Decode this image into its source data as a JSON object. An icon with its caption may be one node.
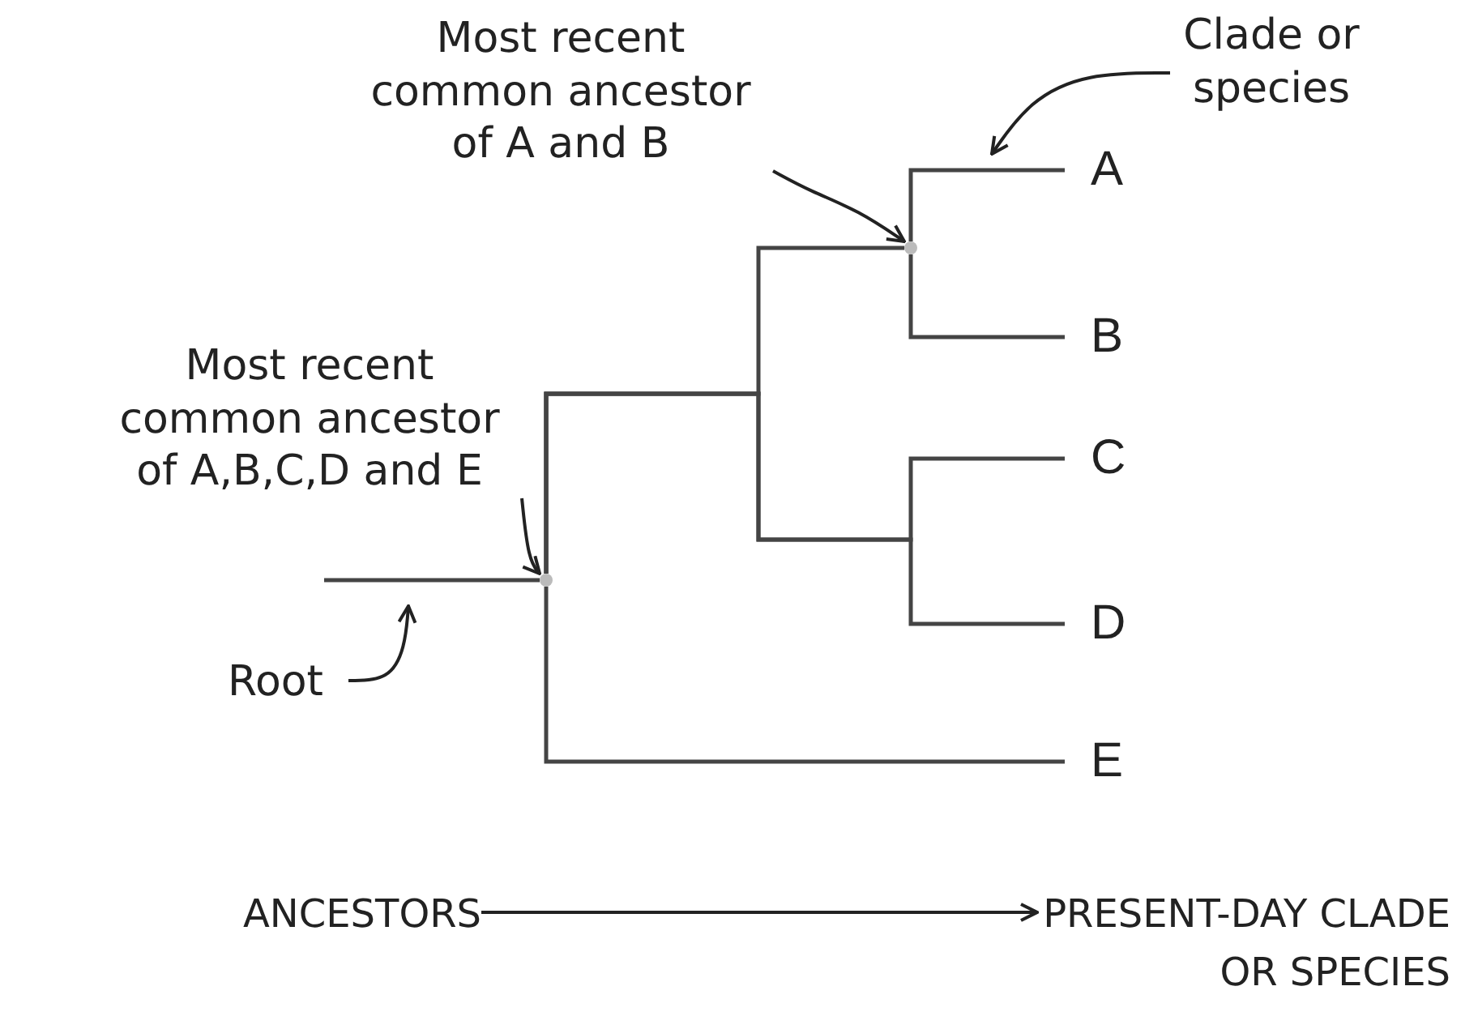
{
  "diagram": {
    "nodes": [
      {
        "text": [
          "Most recent common ancestor of A and B"
        ]
      },
      {
        "text": [
          "Clade or species"
        ]
      },
      {
        "text": [
          "A"
        ]
      },
      {
        "text": [
          "B"
        ]
      },
      {
        "text": [
          "C"
        ]
      },
      {
        "text": [
          "D"
        ]
      },
      {
        "text": [
          "E"
        ]
      },
      {
        "text": [
          "Most recent common ancestor of A,B,C,D and E"
        ]
      },
      {
        "text": [
          "Root"
        ]
      },
      {
        "text": [],
        "shape": "circle"
      },
      {
        "text": [],
        "shape": "circle"
      },
      {
        "text": [
          "ANCESTORS"
        ]
      },
      {
        "text": [
          "PRESENT-DAY CLADE OR SPECIES"
        ]
      }
    ],
    "edges": [
      {
        "from": 9,
        "to": 2,
        "arrow": "none"
      },
      {
        "from": 9,
        "to": 3,
        "arrow": "none"
      },
      {
        "from": 10,
        "to": 9,
        "arrow": "none"
      },
      {
        "from": 10,
        "to": 4,
        "arrow": "none"
      },
      {
        "from": 10,
        "to": 5,
        "arrow": "none"
      },
      {
        "from": 10,
        "to": 6,
        "arrow": "none"
      },
      {
        "from": null,
        "to": 10,
        "arrow": "none"
      },
      {
        "from": 0,
        "to": 9,
        "arrow": "to"
      },
      {
        "from": 1,
        "to": null,
        "arrow": "to"
      },
      {
        "from": 7,
        "to": 10,
        "arrow": "to"
      },
      {
        "from": 8,
        "to": null,
        "arrow": "to"
      },
      {
        "from": 11,
        "to": 12,
        "arrow": "to"
      }
    ]
  }
}
